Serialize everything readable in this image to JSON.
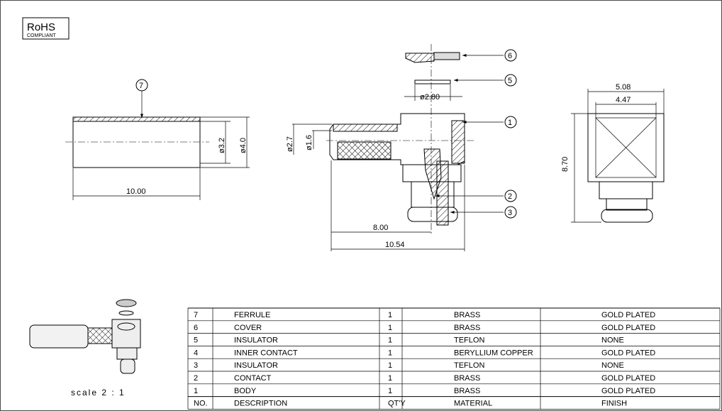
{
  "badge": {
    "title": "RoHS",
    "subtitle": "COMPLIANT"
  },
  "ferrule_view": {
    "balloon": "7",
    "dim_length": "10.00",
    "dim_inner": "ø3.2",
    "dim_outer": "ø4.0"
  },
  "section_view": {
    "balloons": [
      "6",
      "5",
      "1",
      "2",
      "3"
    ],
    "dim_insulator": "ø2.80",
    "dim_outer": "ø2.7",
    "dim_inner": "ø1.6",
    "dim_length_1": "8.00",
    "dim_length_2": "10.54"
  },
  "side_view": {
    "dim_outer_width": "5.08",
    "dim_inner_width": "4.47",
    "dim_height": "8.70"
  },
  "scale_label": "scale 2 : 1",
  "bom": {
    "headers": {
      "no": "NO.",
      "description": "DESCRIPTION",
      "qty": "QT'Y",
      "material": "MATERIAL",
      "finish": "FINISH"
    },
    "rows": [
      {
        "no": "7",
        "description": "FERRULE",
        "qty": "1",
        "material": "BRASS",
        "finish": "GOLD PLATED"
      },
      {
        "no": "6",
        "description": "COVER",
        "qty": "1",
        "material": "BRASS",
        "finish": "GOLD PLATED"
      },
      {
        "no": "5",
        "description": "INSULATOR",
        "qty": "1",
        "material": "TEFLON",
        "finish": "NONE"
      },
      {
        "no": "4",
        "description": "INNER CONTACT",
        "qty": "1",
        "material": "BERYLLIUM COPPER",
        "finish": "GOLD PLATED"
      },
      {
        "no": "3",
        "description": "INSULATOR",
        "qty": "1",
        "material": "TEFLON",
        "finish": "NONE"
      },
      {
        "no": "2",
        "description": "CONTACT",
        "qty": "1",
        "material": "BRASS",
        "finish": "GOLD PLATED"
      },
      {
        "no": "1",
        "description": "BODY",
        "qty": "1",
        "material": "BRASS",
        "finish": "GOLD PLATED"
      }
    ]
  }
}
